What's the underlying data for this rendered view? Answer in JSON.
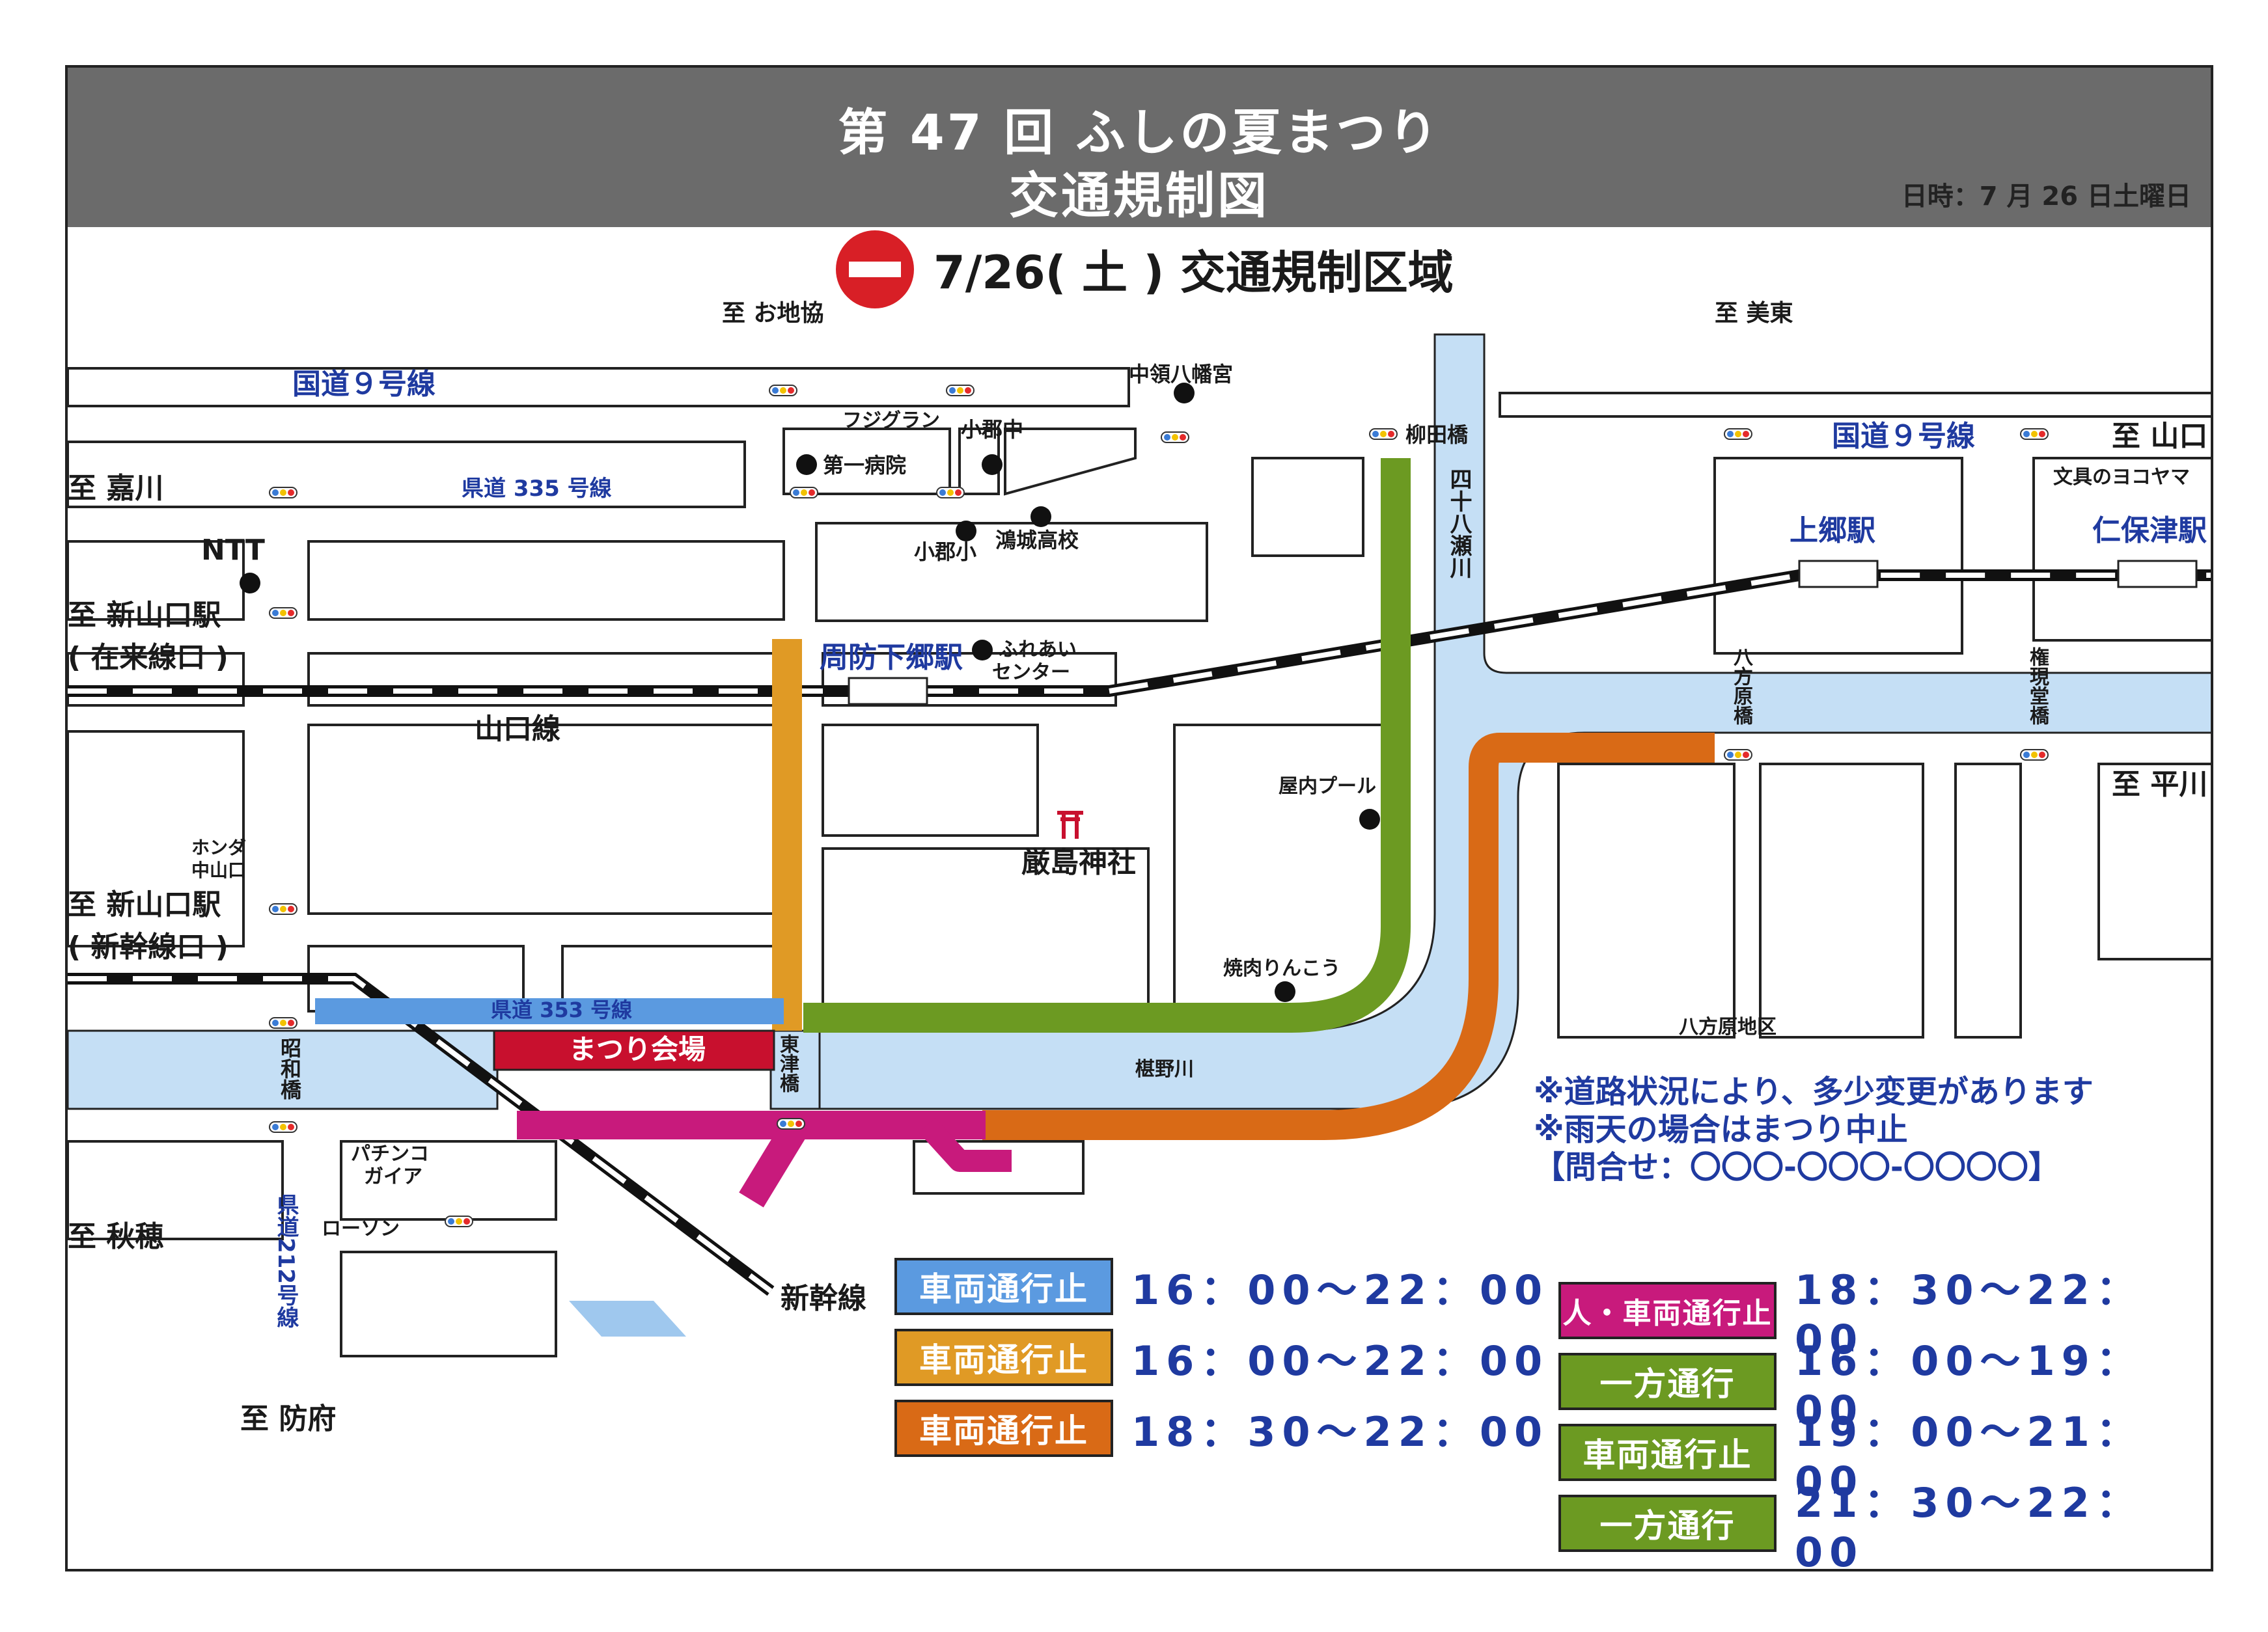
{
  "header": {
    "title_line1": "第 47 回  ふしの夏まつり",
    "title_line2": "交通規制図",
    "date": "日時：7 月 26 日土曜日"
  },
  "banner": {
    "text": "7/26( 土 ) 交通規制区域",
    "icon": "no-entry-icon"
  },
  "colors": {
    "road_blue": "#5b9ae0",
    "road_yellow": "#e09a25",
    "road_orange": "#d96a16",
    "road_magenta": "#c81a7c",
    "road_green": "#6c9a22",
    "river": "#c5dff5",
    "venue": "#c8102e",
    "header": "#6b6b6b",
    "accent_text": "#1f3aa0"
  },
  "labels": {
    "to_ojikyo": "至 お地協",
    "to_mitou": "至 美東",
    "route9_left": "国道９号線",
    "route9_right": "国道９号線",
    "nakaryo_hachimangu": "中領八幡宮",
    "fujigran": "フジグラン",
    "ogori_junior": "小郡中",
    "daiichi_hospital": "第一病院",
    "yanagita_bridge": "柳田橋",
    "to_yamaguchi": "至 山口",
    "to_kagawa": "至 嘉川",
    "route335": "県道 335 号線",
    "bunguno_yokoyama": "文具のヨコヤマ",
    "ntt": "NTT",
    "ogori_elem": "小郡小",
    "koujou_high": "鴻城高校",
    "yosehachi_river": "四十八瀬川",
    "kamigo_station": "上郷駅",
    "niho_station": "仁保津駅",
    "to_shinyamaguchi_zai": "至 新山口駅",
    "zairai_exit": "( 在来線口 )",
    "suoushimogo_station": "周防下郷駅",
    "fureai_center1": "ふれあい",
    "fureai_center2": "センター",
    "happoubara_bridge": "八方原橋",
    "gongendo_bridge": "権現堂橋",
    "yamaguchi_line": "山口線",
    "indoor_pool": "屋内プール",
    "itsukushima_shrine": "厳島神社",
    "to_hirakawa": "至 平川",
    "honda1": "ホンダ",
    "honda2": "中山口",
    "to_shinyamaguchi_shin": "至 新山口駅",
    "shinkansen_exit": "( 新幹線口 )",
    "yakiniku_ringkou": "焼肉りんこう",
    "route353": "県道 353 号線",
    "venue": "まつり会場",
    "showa_bridge": "昭和橋",
    "higashitsu_bridge": "東津橋",
    "fushino_river": "椹野川",
    "happoubara_area": "八方原地区",
    "pachinko1": "パチンコ",
    "pachinko2": "ガイア",
    "lawson": "ローソン",
    "to_aio": "至 秋穂",
    "route212": "県道212号線",
    "shinkansen": "新幹線",
    "to_hofu": "至 防府"
  },
  "notes": [
    "※道路状況により、多少変更があります",
    "※雨天の場合はまつり中止",
    "【問合せ：〇〇〇-〇〇〇-〇〇〇〇】"
  ],
  "legend": [
    {
      "label": "車両通行止",
      "time": "16：00～22：00",
      "color": "#5b9ae0"
    },
    {
      "label": "車両通行止",
      "time": "16：00～22：00",
      "color": "#e09a25"
    },
    {
      "label": "車両通行止",
      "time": "18：30～22：00",
      "color": "#d96a16"
    },
    {
      "label": "人・車両通行止",
      "time": "18：30～22：00",
      "color": "#c81a7c"
    },
    {
      "label": "一方通行",
      "time": "16：00～19：00",
      "color": "#6c9a22"
    },
    {
      "label": "車両通行止",
      "time": "19：00～21：00",
      "color": "#6c9a22"
    },
    {
      "label": "一方通行",
      "time": "21：30～22：00",
      "color": "#6c9a22"
    }
  ]
}
